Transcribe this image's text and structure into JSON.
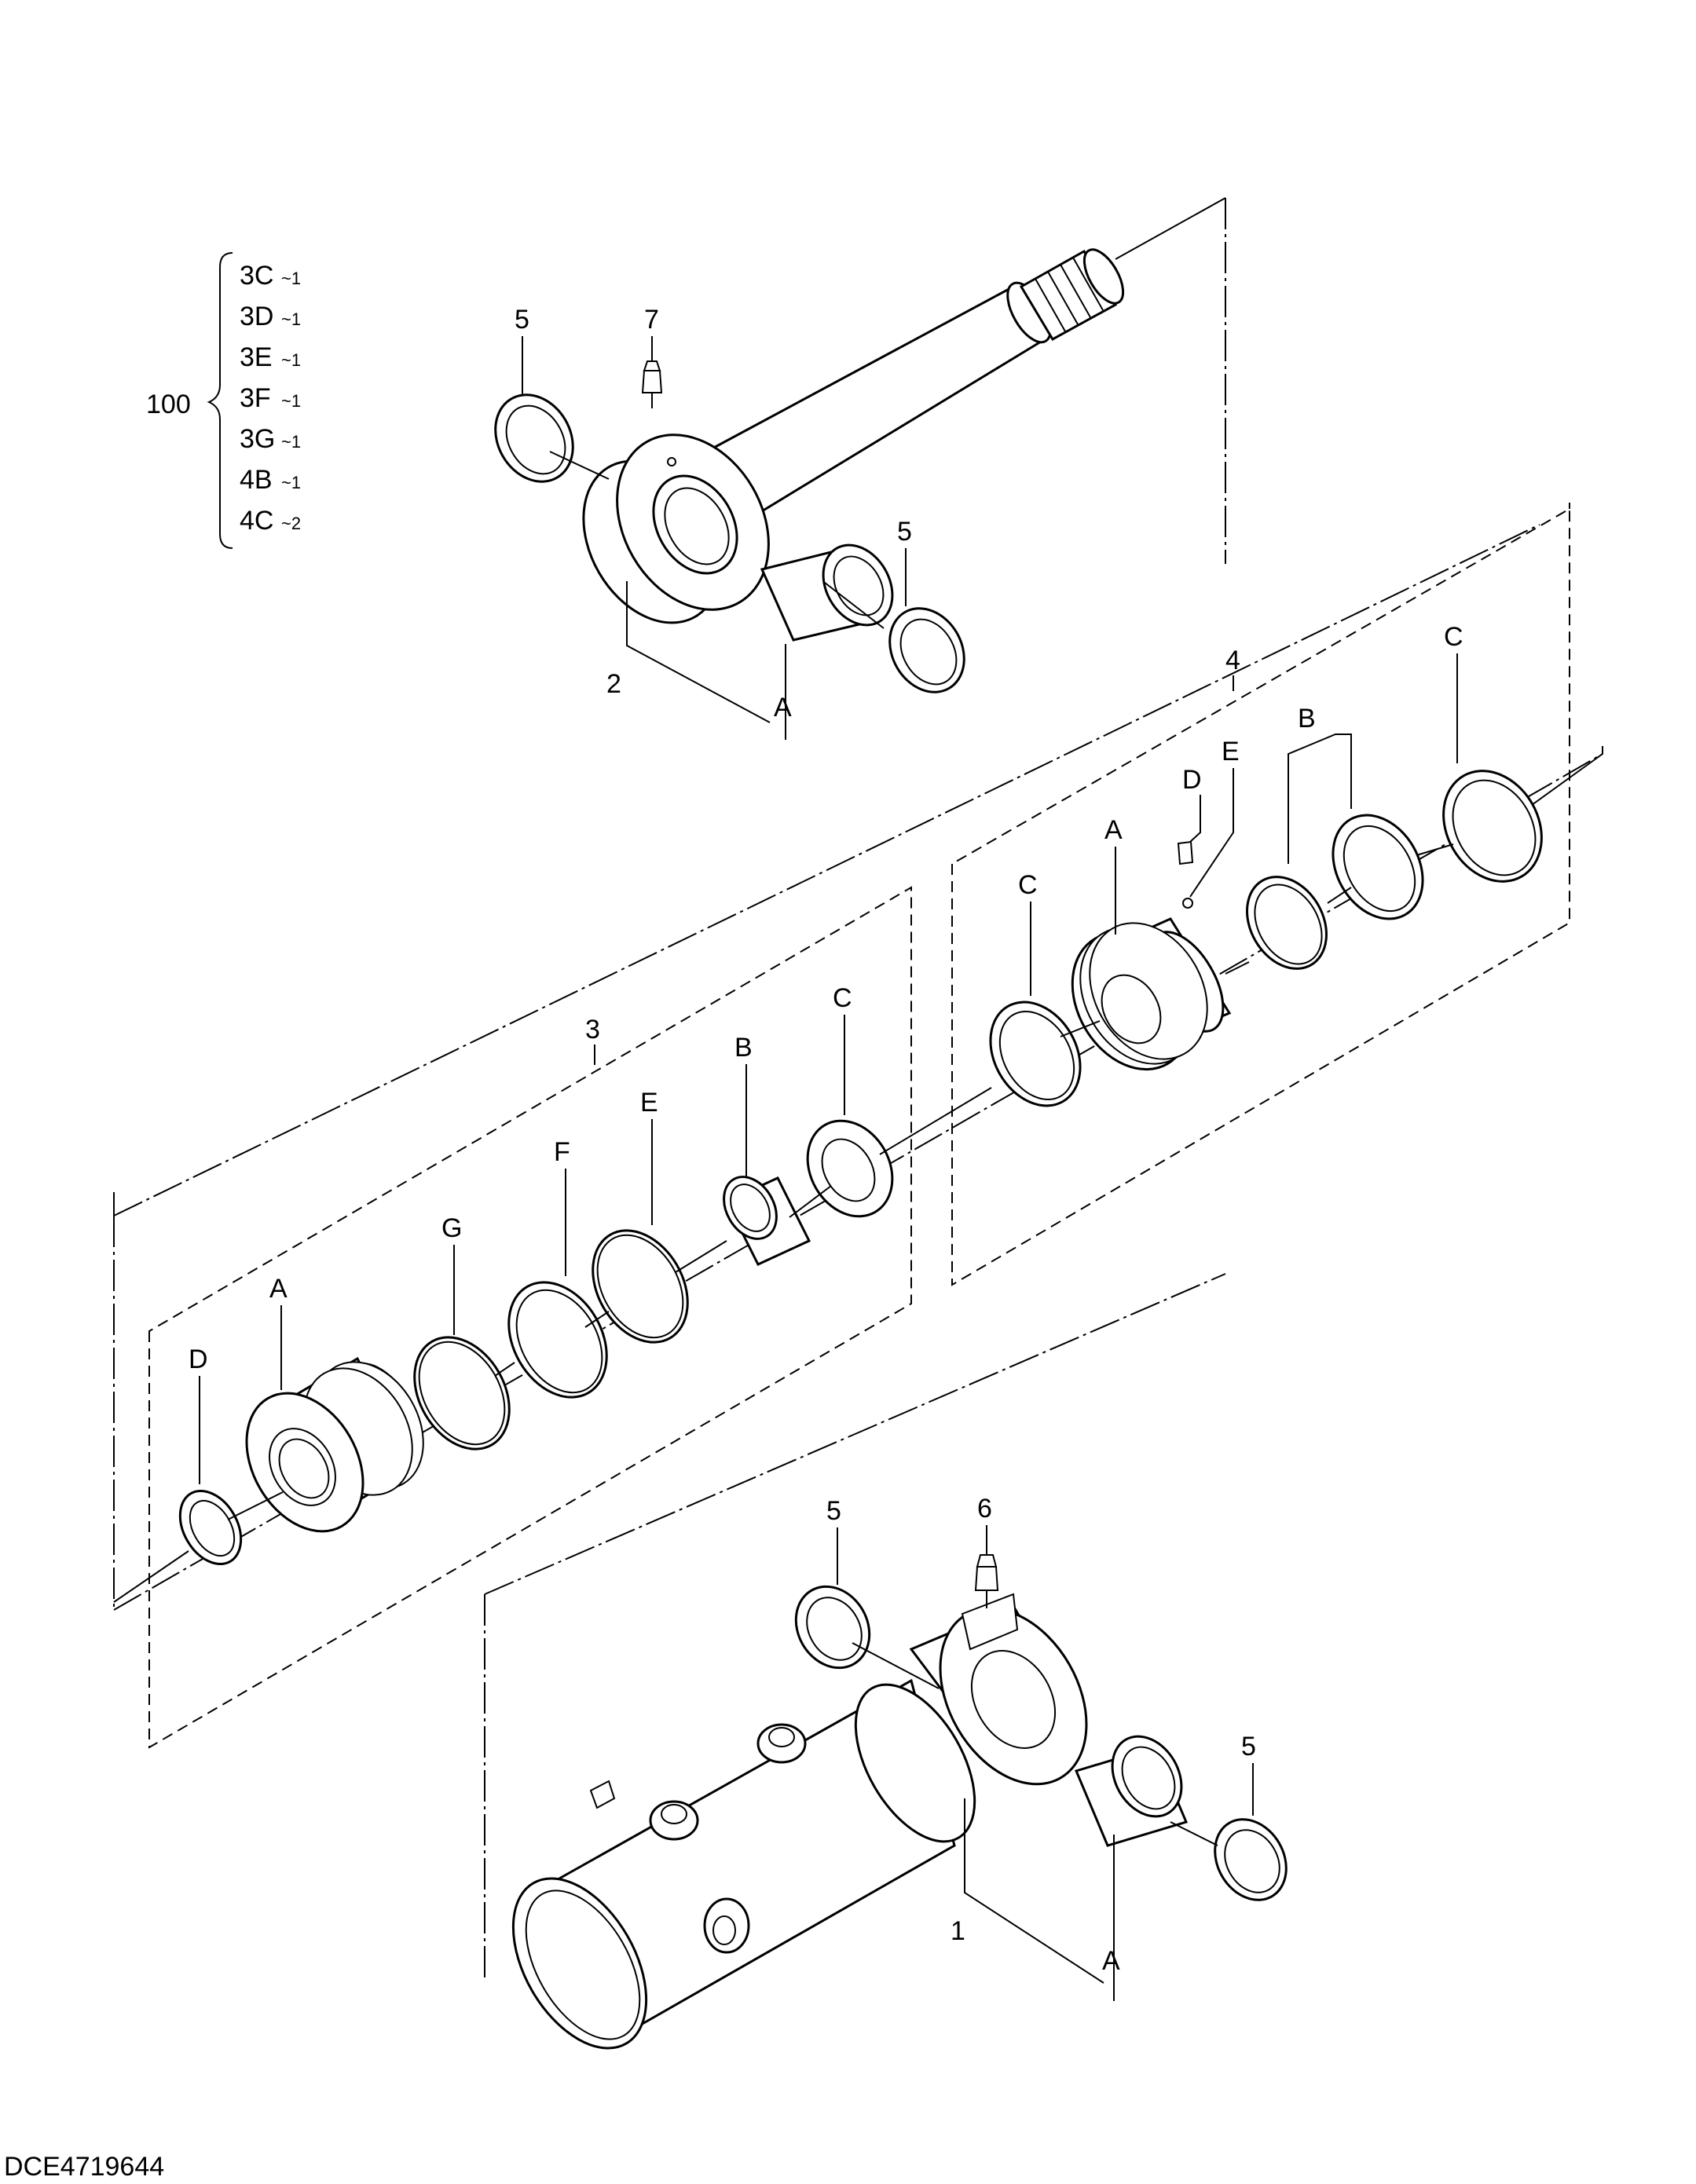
{
  "drawing_code": "DCE4719644",
  "assembly": {
    "number": "100",
    "sets": [
      "3C",
      "3D",
      "3E",
      "3F",
      "3G",
      "4B",
      "4C"
    ],
    "quantities": [
      "~1",
      "~1",
      "~1",
      "~1",
      "~1",
      "~1",
      "~2"
    ]
  },
  "callouts": {
    "rod_pin_seal_left": "5",
    "rod_grease_fitting": "7",
    "rod_pin_seal_right": "5",
    "piston_rod": "2",
    "rod_bushing": "A",
    "piston_kit": "4",
    "kit4_C_right": "C",
    "kit4_B": "B",
    "kit4_D": "D",
    "kit4_E": "E",
    "kit4_A": "A",
    "kit4_C_left": "C",
    "seal_kit": "3",
    "kit3_C": "C",
    "kit3_B": "B",
    "kit3_E": "E",
    "kit3_F": "F",
    "kit3_G": "G",
    "kit3_A": "A",
    "kit3_D": "D",
    "tube_pin_seal_left": "5",
    "tube_grease_fitting": "6",
    "tube_pin_seal_right": "5",
    "cylinder_tube": "1",
    "tube_bushing": "A"
  }
}
